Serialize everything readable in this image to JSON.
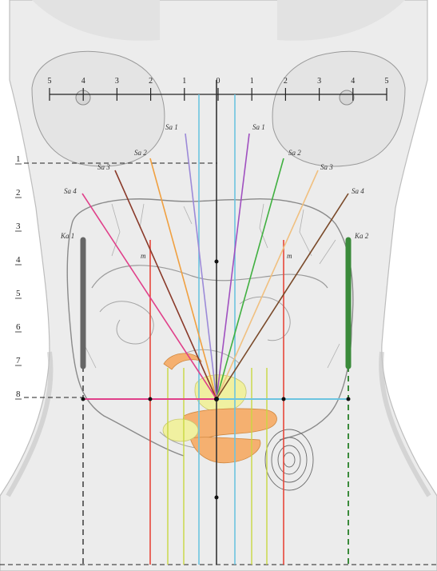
{
  "ruler": {
    "ticks": [
      "5",
      "4",
      "3",
      "2",
      "1",
      "0",
      "1",
      "2",
      "3",
      "4",
      "5"
    ]
  },
  "levels": [
    "1",
    "2",
    "3",
    "4",
    "5",
    "6",
    "7",
    "8"
  ],
  "sa_labels": {
    "left": [
      "Sa 1",
      "Sa 2",
      "Sa 3",
      "Sa 4"
    ],
    "right": [
      "Sa 1",
      "Sa 2",
      "Sa 3",
      "Sa 4"
    ]
  },
  "ka_labels": {
    "left": "Ka 1",
    "right": "Ka 2"
  },
  "m_labels": {
    "left": "m",
    "right": "m"
  },
  "colors": {
    "sa1_left": "#9c8ad8",
    "sa1_right": "#a050c0",
    "sa2_left": "#f0a040",
    "sa2_right": "#40b040",
    "sa3_left": "#8a3a2a",
    "sa3_right": "#f0c080",
    "sa4_left": "#e0408a",
    "sa4_right": "#7a4a2a",
    "ka1": "#666666",
    "ka2": "#3a8a3a",
    "m_line": "#e8463a",
    "midline": "#333333",
    "para_blue": "#6cc4e0",
    "para_yellow": "#c8d840",
    "organ_yellow": "#f0f0a0",
    "organ_orange": "#f5b070",
    "skin": "#ececec",
    "skin_shadow": "#d2d2d2"
  }
}
